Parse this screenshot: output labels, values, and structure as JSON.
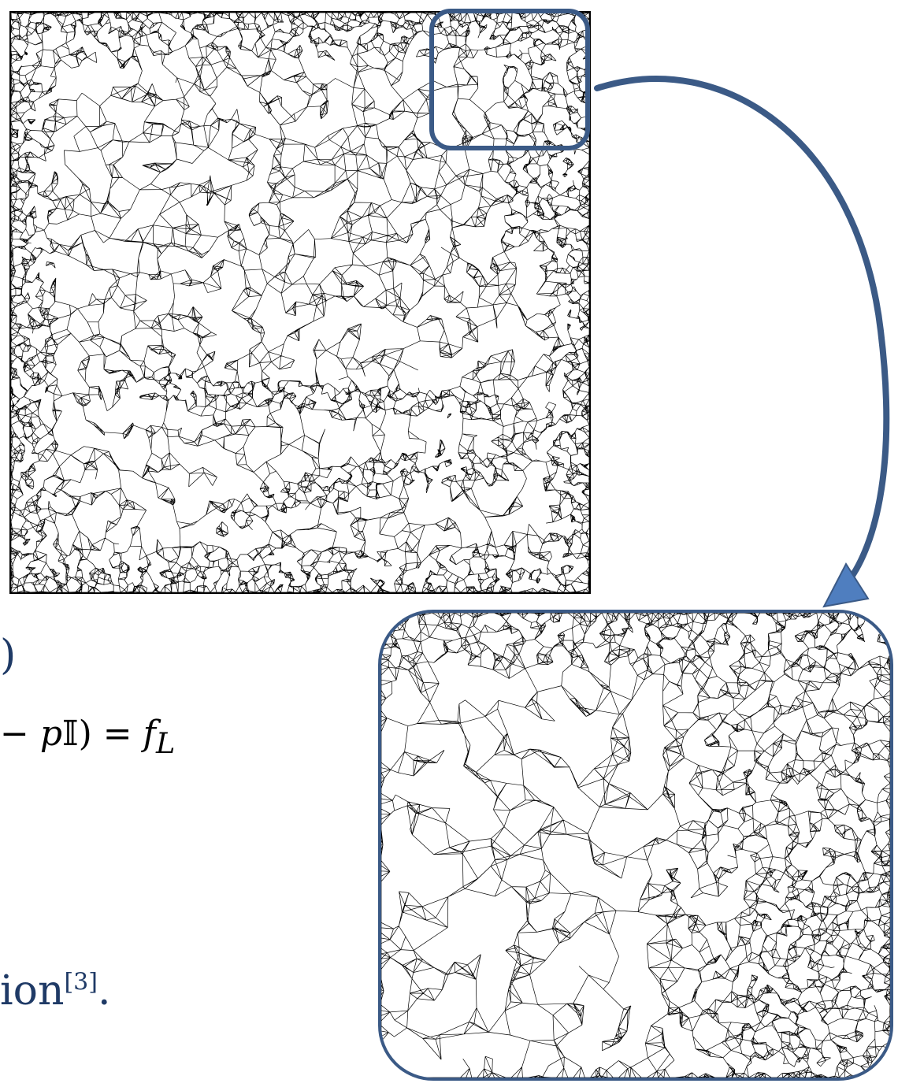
{
  "fragments": {
    "paren": ")",
    "formula_prefix": "− ",
    "formula_p": "p",
    "formula_identity": "𝕀",
    "formula_mid": ") = ",
    "formula_f": "f",
    "formula_sub": "L",
    "ion_text": "ion",
    "ion_sup": "[3]",
    "ion_period": "."
  },
  "colors": {
    "accent": "#3b5a86",
    "mesh_line": "#000000",
    "arrow_fill": "#4f7ebf"
  },
  "icons": {
    "arrow": "arrow-head-icon",
    "highlight_box": "rounded-highlight-box"
  }
}
